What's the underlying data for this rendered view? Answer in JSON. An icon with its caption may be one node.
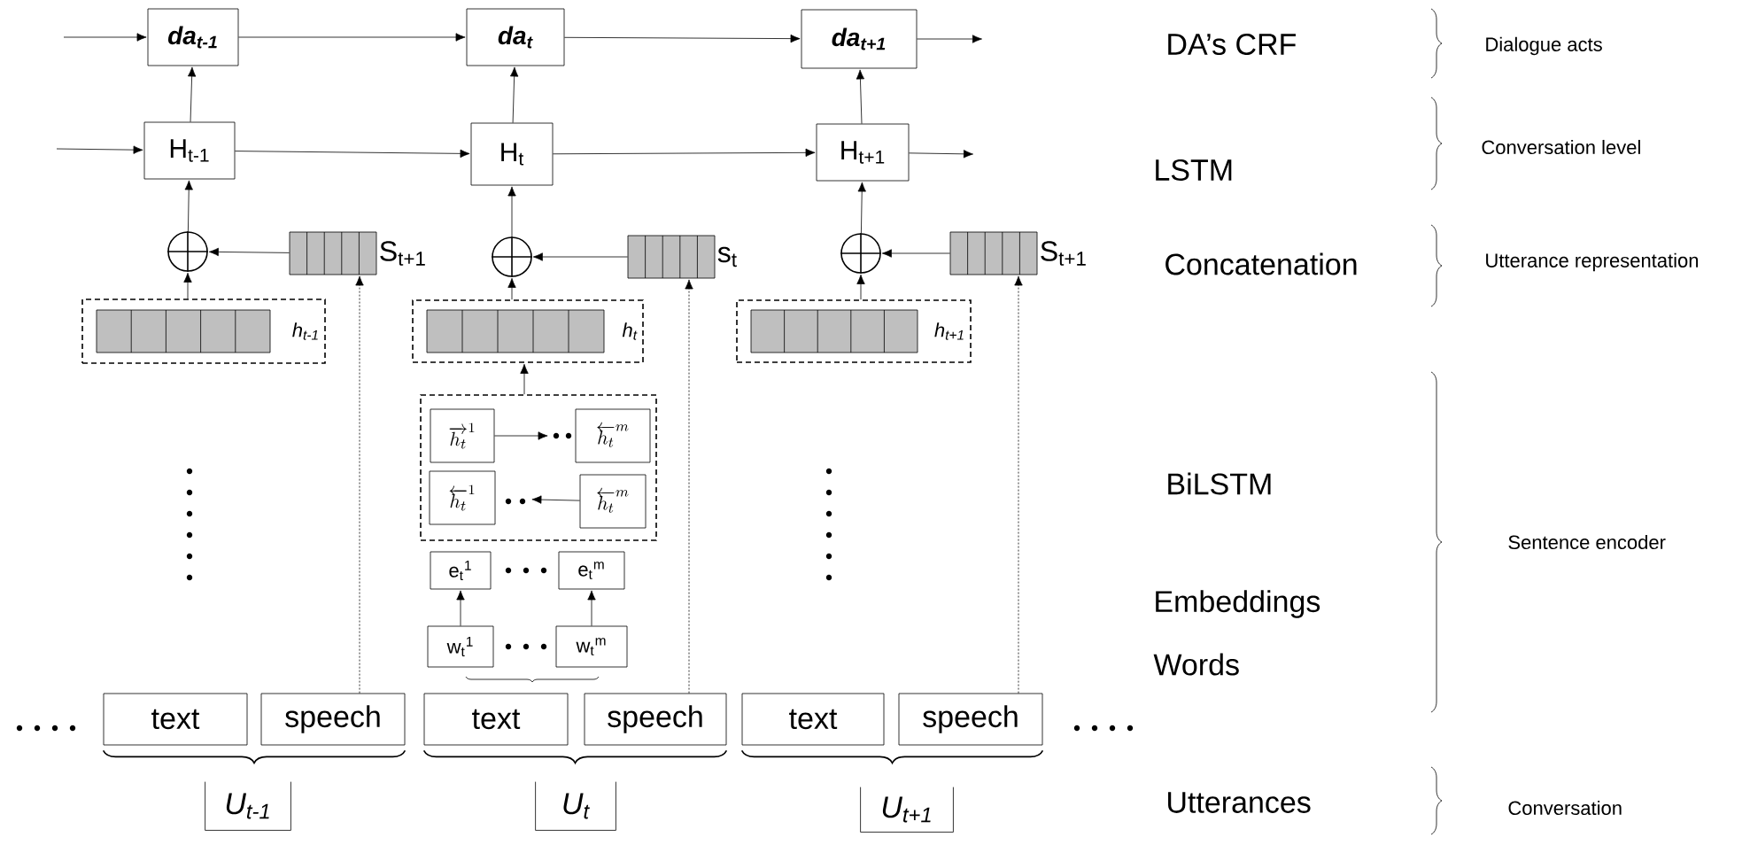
{
  "diagram": {
    "nodes": [
      {
        "text": [
          "da$_{t-1}$"
        ]
      },
      {
        "text": [
          "da$_{t}$"
        ]
      },
      {
        "text": [
          "da$_{t+1}$"
        ]
      },
      {
        "text": [
          "H$_{t-1}$"
        ]
      },
      {
        "text": [
          "H$_{t}$"
        ]
      },
      {
        "text": [
          "H$_{t+1}$"
        ]
      },
      {
        "text": [],
        "shape": "circle"
      },
      {
        "text": [],
        "shape": "bar",
        "beside": [
          "S$_{t+1}$"
        ]
      },
      {
        "text": [],
        "shape": "circle"
      },
      {
        "text": [],
        "shape": "bar",
        "beside": [
          "s$_{t}$"
        ]
      },
      {
        "text": [],
        "shape": "circle"
      },
      {
        "text": [],
        "shape": "bar",
        "beside": [
          "S$_{t+1}$"
        ]
      },
      {
        "text": [
          "h$_{t-1}$"
        ]
      },
      {
        "text": [
          "h$_{t}$"
        ]
      },
      {
        "text": [
          "h$_{t+1}$"
        ]
      },
      {
        "text": [],
        "shape": "box"
      },
      {
        "text": [
          "\\overrightarrow{h_t}^{1}"
        ],
        "in": 15
      },
      {
        "text": [
          "\\overleftarrow{h_t}^{m}"
        ],
        "in": 15
      },
      {
        "text": [
          "\\overleftarrow{h_t}^{1}"
        ],
        "in": 15
      },
      {
        "text": [
          "\\overleftarrow{h_t}^{m}"
        ],
        "in": 15
      },
      {
        "text": [
          "e$_{t}$$^{1}$"
        ]
      },
      {
        "text": [
          "e$_{t}$$^{m}$"
        ]
      },
      {
        "text": [
          "w$_{t}$$^{1}$"
        ]
      },
      {
        "text": [
          "w$_{t}$$^{m}$"
        ]
      },
      {
        "text": [
          "text"
        ]
      },
      {
        "text": [
          "speech"
        ]
      },
      {
        "text": [
          "text"
        ]
      },
      {
        "text": [
          "speech"
        ]
      },
      {
        "text": [
          "text"
        ]
      },
      {
        "text": [
          "speech"
        ]
      },
      {
        "text": [
          "U$_{t-1}$"
        ]
      },
      {
        "text": [
          "U$_{t}$"
        ]
      },
      {
        "text": [
          "U$_{t+1}$"
        ]
      }
    ],
    "edges": [
      {
        "from": null,
        "to": 0,
        "arrow": "to"
      },
      {
        "from": 0,
        "to": 1,
        "arrow": "to"
      },
      {
        "from": 1,
        "to": 2,
        "arrow": "to"
      },
      {
        "from": 2,
        "to": null,
        "arrow": "to"
      },
      {
        "from": null,
        "to": 3,
        "arrow": "to"
      },
      {
        "from": 3,
        "to": 4,
        "arrow": "to"
      },
      {
        "from": 4,
        "to": 5,
        "arrow": "to"
      },
      {
        "from": 5,
        "to": null,
        "arrow": "to"
      },
      {
        "from": 3,
        "to": 0,
        "arrow": "to"
      },
      {
        "from": 4,
        "to": 1,
        "arrow": "to"
      },
      {
        "from": 5,
        "to": 2,
        "arrow": "to"
      },
      {
        "from": 6,
        "to": 3,
        "arrow": "to"
      },
      {
        "from": 8,
        "to": 4,
        "arrow": "to"
      },
      {
        "from": 10,
        "to": 5,
        "arrow": "to"
      },
      {
        "from": 7,
        "to": 6,
        "arrow": "to"
      },
      {
        "from": 9,
        "to": 8,
        "arrow": "to"
      },
      {
        "from": 11,
        "to": 10,
        "arrow": "to"
      },
      {
        "from": 12,
        "to": 6,
        "arrow": "to"
      },
      {
        "from": 13,
        "to": 8,
        "arrow": "to"
      },
      {
        "from": 14,
        "to": 10,
        "arrow": "to"
      },
      {
        "from": 25,
        "to": 7,
        "arrow": "to",
        "style": "dashed"
      },
      {
        "from": 27,
        "to": 9,
        "arrow": "to",
        "style": "dashed"
      },
      {
        "from": 29,
        "to": 11,
        "arrow": "to",
        "style": "dashed"
      },
      {
        "from": 15,
        "to": 13,
        "arrow": "to"
      },
      {
        "from": 16,
        "to": 17,
        "arrow": "to"
      },
      {
        "from": 19,
        "to": 18,
        "arrow": "to"
      },
      {
        "from": 22,
        "to": 20,
        "arrow": "to"
      },
      {
        "from": 23,
        "to": 21,
        "arrow": "to"
      }
    ],
    "labels": [
      "DA’s CRF",
      "Dialogue acts",
      "LSTM",
      "Conversation level",
      "Concatenation",
      "Utterance representation",
      "BiLSTM",
      "Sentence encoder",
      "Embeddings",
      "Words",
      "Utterances",
      "Conversation"
    ]
  }
}
